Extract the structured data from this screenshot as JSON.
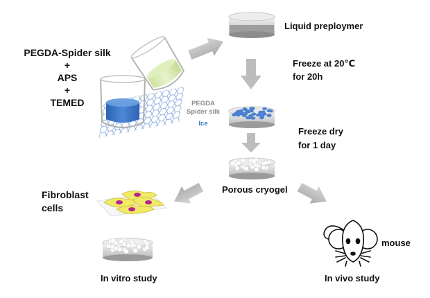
{
  "reagents": {
    "line1": "PEGDA-Spider silk",
    "plus1": "+",
    "line2": "APS",
    "plus2": "+",
    "line3": "TEMED"
  },
  "steps": {
    "liquid_preploymer": "Liquid preploymer",
    "freeze_line1": "Freeze at 20℃",
    "freeze_line2": "for 20h",
    "freeze_dry_line1": "Freeze dry",
    "freeze_dry_line2": "for 1 day",
    "porous_cryogel": "Porous cryogel"
  },
  "frozen_legend": {
    "line1": "PEGDA",
    "line2": "Spider silk",
    "ice": "Ice"
  },
  "outcomes": {
    "fibroblast_line1": "Fibroblast",
    "fibroblast_line2": "cells",
    "in_vitro": "In vitro study",
    "mouse": "mouse",
    "in_vivo": "In vivo study"
  },
  "colors": {
    "arrow": "#bfbfbf",
    "liquid_blue": "#3b74c4",
    "liquid_green": "#d8e9b0",
    "liquid_gray": "#9e9e9e",
    "silk_blue": "#8aaee0",
    "cell_yellow": "#f2ea66",
    "nucleus_purple": "#b3258f"
  }
}
